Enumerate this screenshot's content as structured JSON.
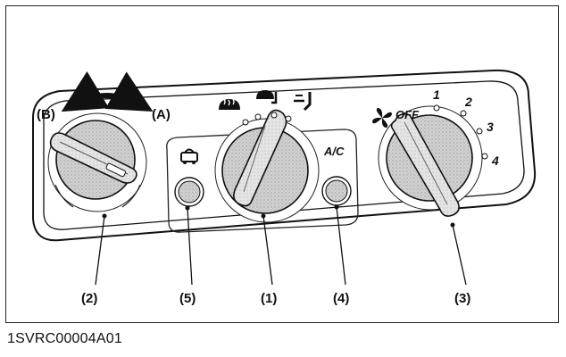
{
  "figure_id": "1SVRC00004A01",
  "direction_labels": {
    "left": "(B)",
    "right": "(A)"
  },
  "callouts": [
    "(2)",
    "(5)",
    "(1)",
    "(4)",
    "(3)"
  ],
  "panel_labels": {
    "ac": "A/C",
    "fan_off": "OFF"
  },
  "fan_speeds": [
    "1",
    "2",
    "3",
    "4"
  ],
  "icons": {
    "recirculation": "recirculation-icon",
    "defrost": "defrost-icon",
    "defrost_floor": "defrost-floor-icon",
    "floor": "floor-vent-icon",
    "fan": "fan-icon"
  }
}
